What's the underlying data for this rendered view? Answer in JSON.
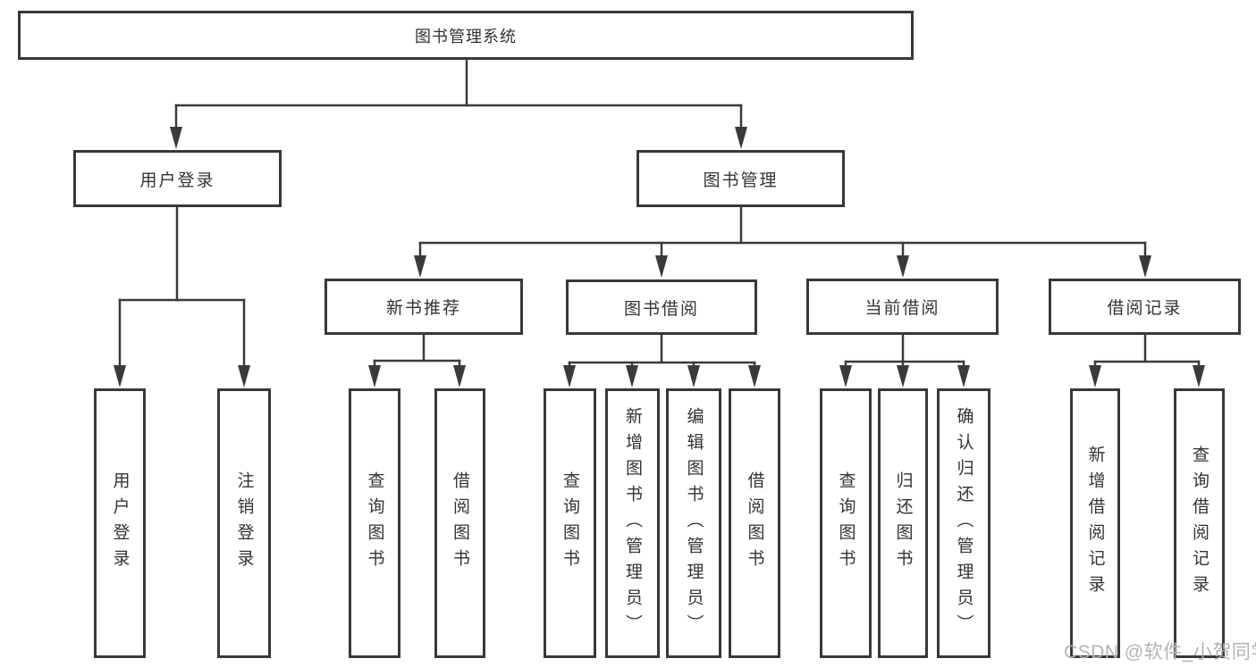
{
  "nodes": {
    "root": "图书管理系统",
    "user_login": "用户登录",
    "book_mgmt": "图书管理",
    "new_book_rec": "新书推荐",
    "book_borrow": "图书借阅",
    "current_borrow": "当前借阅",
    "borrow_records": "借阅记录",
    "leaves": {
      "user_login": [
        "用户登录",
        "注销登录"
      ],
      "new_book_rec": [
        "查询图书",
        "借阅图书"
      ],
      "book_borrow": [
        "查询图书",
        "新增图书（管理员）",
        "编辑图书（管理员）",
        "借阅图书"
      ],
      "current_borrow": [
        "查询图书",
        "归还图书",
        "确认归还（管理员）"
      ],
      "borrow_records": [
        "新增借阅记录",
        "查询借阅记录"
      ]
    }
  },
  "watermark": "CSDN @软件_小贺同学",
  "colors": {
    "line": "#3a3a3a",
    "border": "#383838",
    "text": "#333333",
    "watermark": "#b3b3b3",
    "background": "#ffffff"
  }
}
